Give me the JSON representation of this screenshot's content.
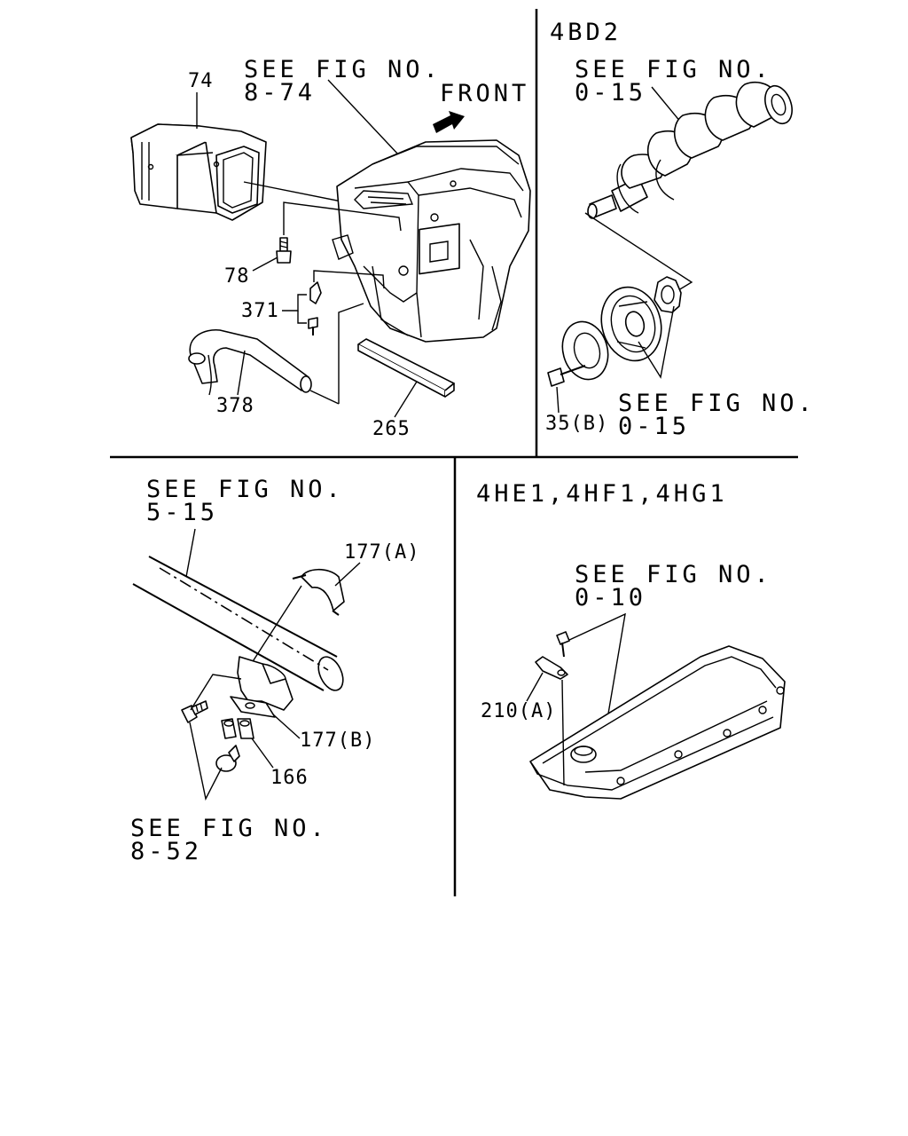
{
  "panels": {
    "top_left": {
      "see_fig_line1": "SEE FIG NO.",
      "see_fig_line2": "8-74",
      "front_label": "FRONT",
      "callouts": {
        "p74": "74",
        "p78": "78",
        "p371": "371",
        "p378": "378",
        "p265": "265"
      }
    },
    "top_right": {
      "engine_code": "4BD2",
      "see_fig_a_line1": "SEE FIG NO.",
      "see_fig_a_line2": "0-15",
      "see_fig_b_line1": "SEE FIG NO.",
      "see_fig_b_line2": "0-15",
      "callouts": {
        "p35b": "35(B)"
      }
    },
    "bottom_left": {
      "see_fig_a_line1": "SEE FIG NO.",
      "see_fig_a_line2": "5-15",
      "see_fig_b_line1": "SEE FIG NO.",
      "see_fig_b_line2": "8-52",
      "callouts": {
        "p177a": "177(A)",
        "p177b": "177(B)",
        "p166": "166"
      }
    },
    "bottom_right": {
      "engine_codes": "4HE1,4HF1,4HG1",
      "see_fig_line1": "SEE FIG NO.",
      "see_fig_line2": "0-10",
      "callouts": {
        "p210a": "210(A)"
      }
    }
  }
}
